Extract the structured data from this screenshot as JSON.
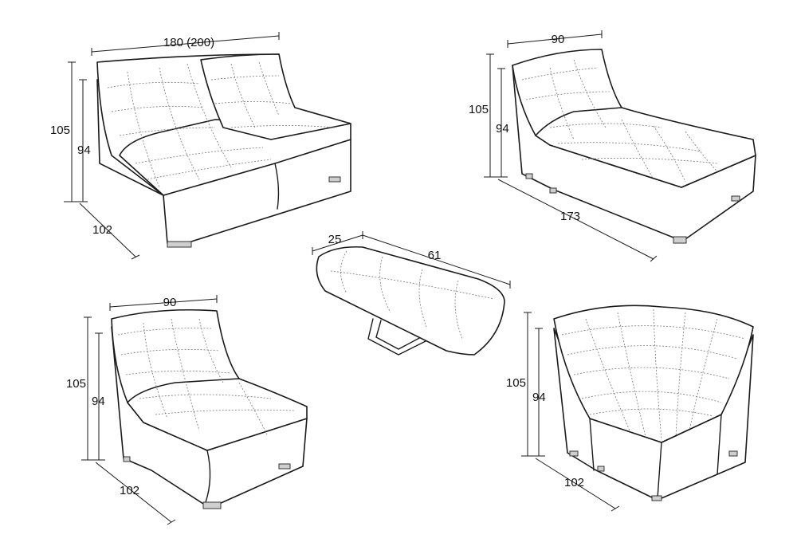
{
  "modules": {
    "two_seat": {
      "width_label": "180 (200)",
      "height_total_label": "105",
      "height_seat_label": "94",
      "depth_label": "102"
    },
    "chaise": {
      "width_label": "90",
      "height_total_label": "105",
      "height_seat_label": "94",
      "length_label": "173"
    },
    "ottoman": {
      "height_label": "25",
      "length_label": "61"
    },
    "armless_chair": {
      "width_label": "90",
      "height_total_label": "105",
      "height_seat_label": "94",
      "depth_label": "102"
    },
    "corner": {
      "height_total_label": "105",
      "height_seat_label": "94",
      "depth_label": "102"
    }
  },
  "colors": {
    "line": "#1a1a1a",
    "stitch": "#777777",
    "background": "#ffffff"
  }
}
